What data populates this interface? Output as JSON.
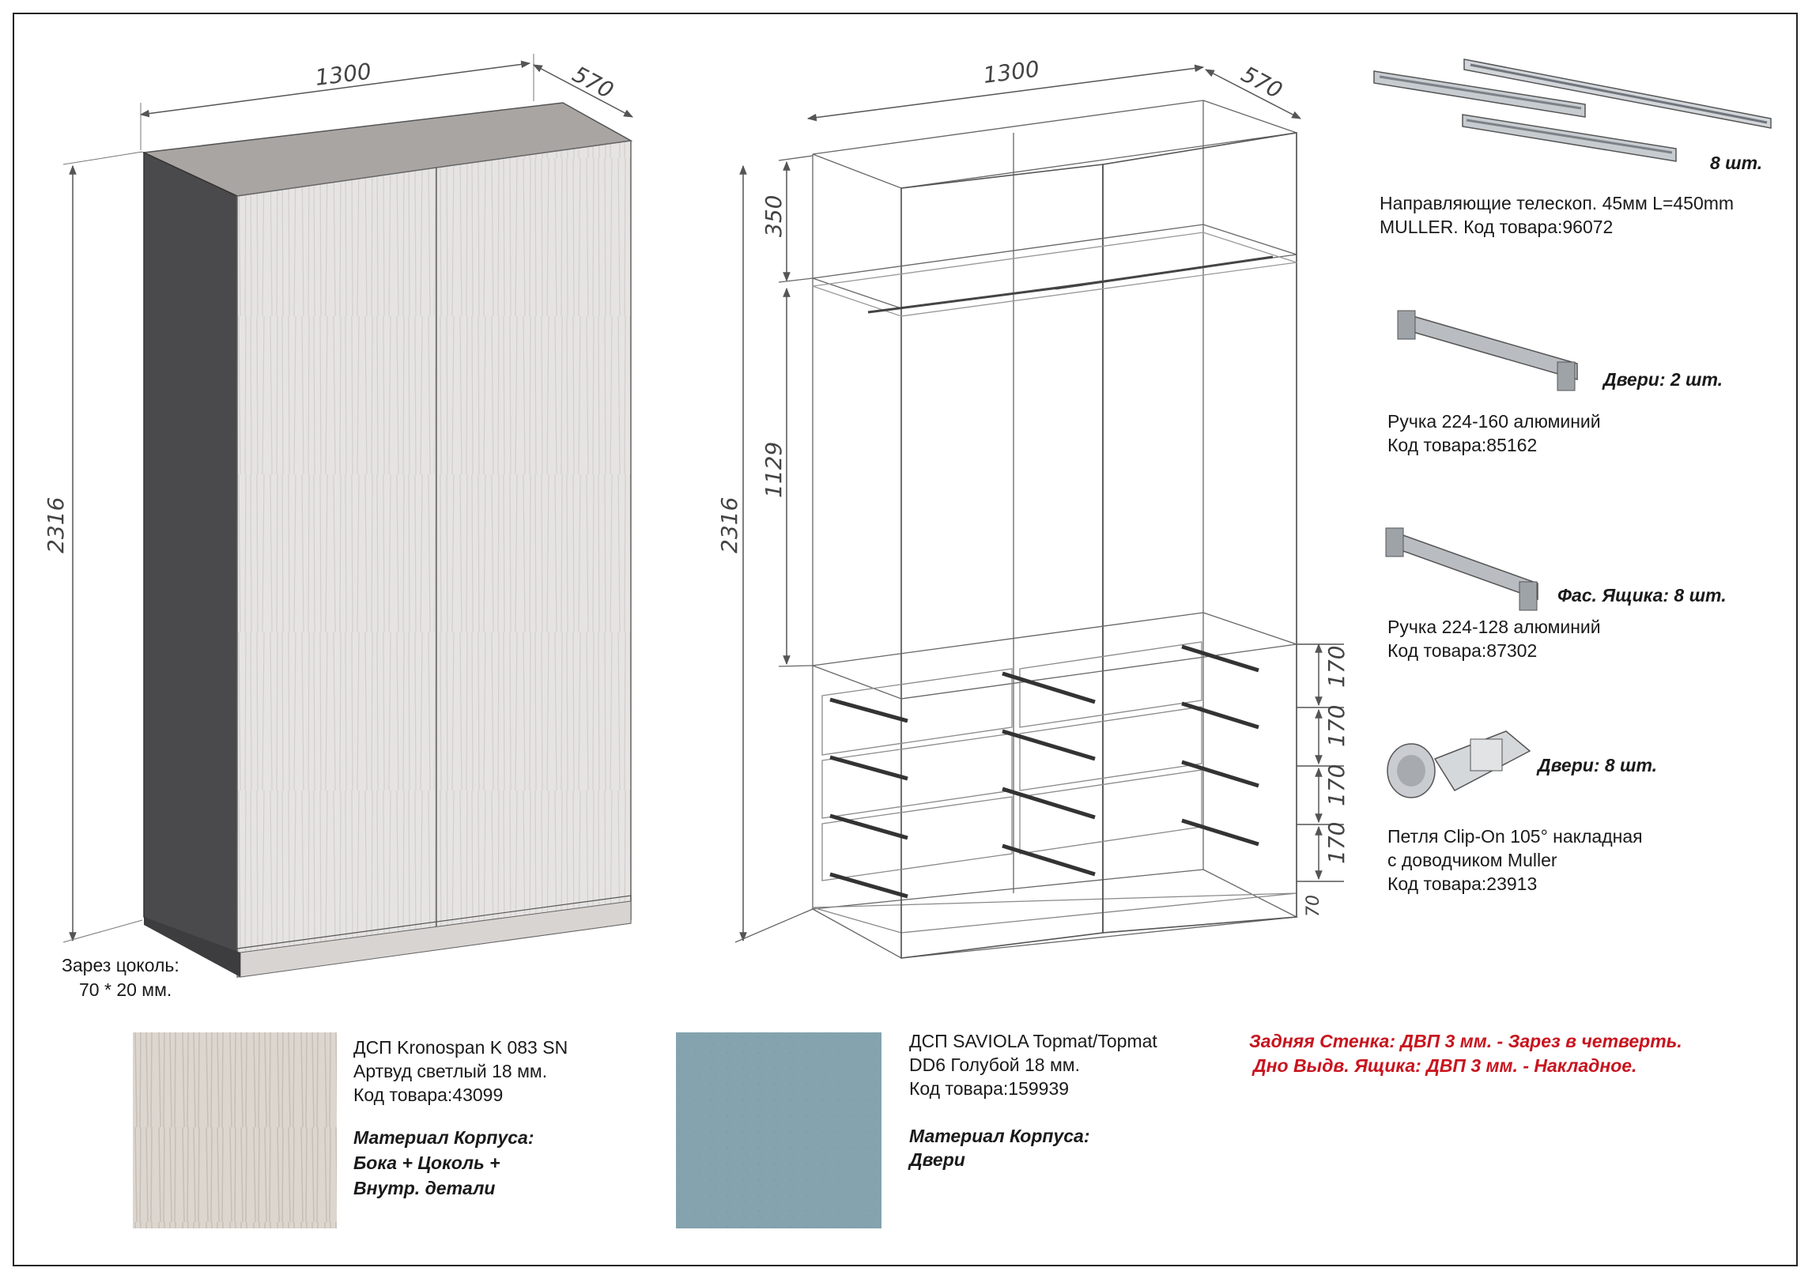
{
  "dimensions": {
    "left_width": "1300",
    "left_depth": "570",
    "left_height": "2316",
    "right_width": "1300",
    "right_depth": "570",
    "right_height": "2316",
    "top_section": "350",
    "middle_section": "1129",
    "drawer_1": "170",
    "drawer_2": "170",
    "drawer_3": "170",
    "drawer_4": "170",
    "plinth": "70"
  },
  "plinth_note": {
    "line1": "Зарез цоколь:",
    "line2": "70 * 20 мм."
  },
  "hardware": [
    {
      "qty": "8 шт.",
      "line1": "Направляющие телескоп. 45мм L=450mm",
      "line2": "MULLER.    Код товара:96072",
      "line3": "",
      "icon": "drawer-slide-icon"
    },
    {
      "qty": "Двери: 2 шт.",
      "line1": "Ручка 224-160 алюминий",
      "line2": "Код товара:85162",
      "line3": "",
      "icon": "handle-icon"
    },
    {
      "qty": "Фас. Ящика: 8 шт.",
      "line1": "Ручка 224-128 алюминий",
      "line2": "Код товара:87302",
      "line3": "",
      "icon": "handle-icon"
    },
    {
      "qty": "Двери: 8 шт.",
      "line1": "Петля Clip-On 105° накладная",
      "line2": "с доводчиком Muller",
      "line3": "Код товара:23913",
      "icon": "hinge-icon"
    }
  ],
  "materials": [
    {
      "line1": "ДСП Kronospan K 083 SN",
      "line2": "Артвуд светлый 18 мм.",
      "line3": "Код товара:43099",
      "label1": "Материал Корпуса:",
      "label2": "Бока + Цоколь +",
      "label3": "Внутр. детали",
      "color": "#dcd6cf"
    },
    {
      "line1": "ДСП SAVIOLA Topmat/Topmat",
      "line2": "DD6 Голубой 18 мм.",
      "line3": "Код товара:159939",
      "label1": "Материал Корпуса:",
      "label2": "Двери",
      "label3": "",
      "color": "#84a3ae"
    }
  ],
  "notes": {
    "back_wall": "Задняя Стенка:  ДВП 3 мм. - Зарез в четверть.",
    "drawer_bottom": "Дно Выдв. Ящика:  ДВП 3 мм. - Накладное."
  },
  "colors": {
    "door": "#e4e2e1",
    "side_dark": "#4a4a4c",
    "top": "#a9a5a2",
    "note_red": "#c8141e"
  }
}
